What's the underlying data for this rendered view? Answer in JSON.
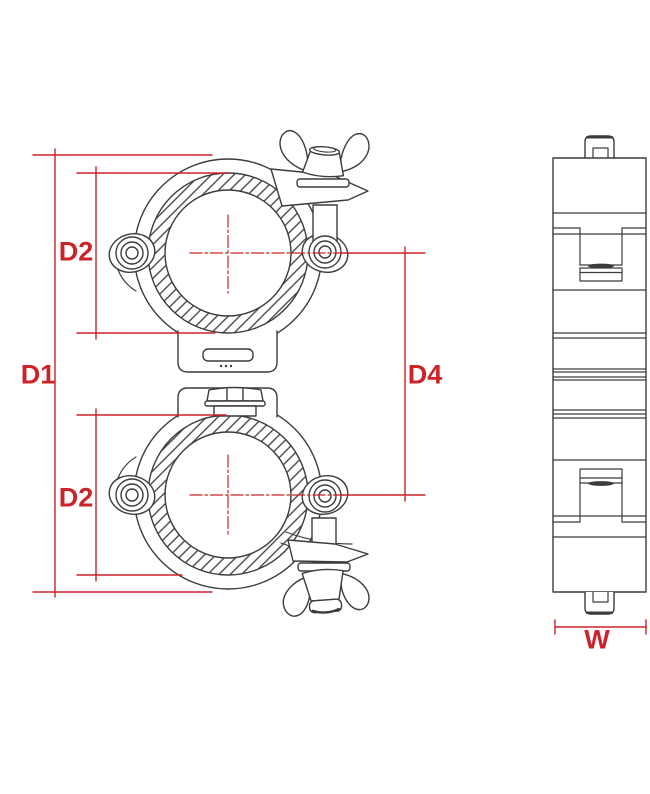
{
  "diagram": {
    "labels": {
      "d1": "D1",
      "d2_top": "D2",
      "d2_bottom": "D2",
      "d4": "D4",
      "w": "W"
    },
    "colors": {
      "dimension_red": "#cc2229",
      "line_art": "#3c3c3c",
      "background": "#ffffff"
    }
  }
}
